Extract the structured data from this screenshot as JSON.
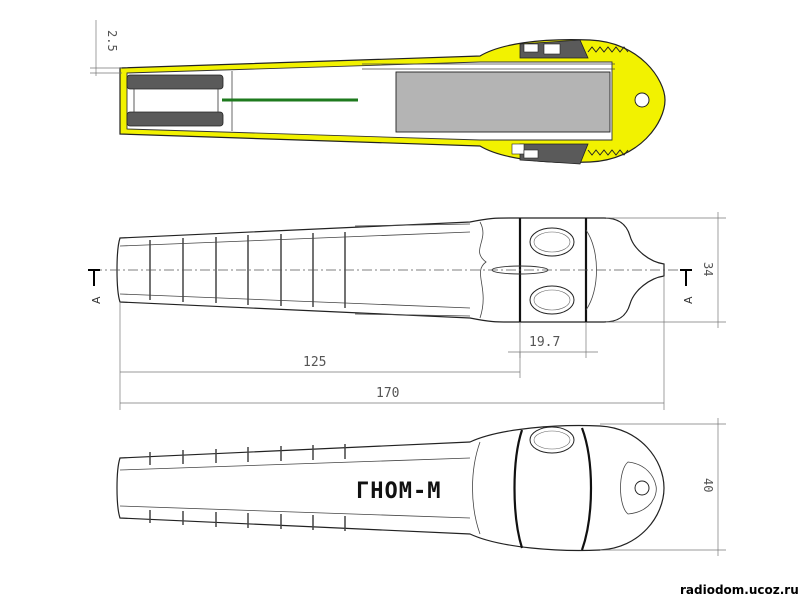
{
  "drawing": {
    "dimensions": {
      "wall_thickness": "2.5",
      "height_side": "34",
      "segment_length": "19.7",
      "length_to_band": "125",
      "overall_length": "170",
      "height_bottom": "40"
    },
    "section_marks": {
      "left": "A",
      "right": "A"
    },
    "brand_label": "ГНОМ-М",
    "credit": "radiodom.ucoz.ru",
    "colors": {
      "body_yellow": "#f2f200",
      "insert_gray": "#b4b4b4",
      "dark_gray": "#5a5a5a",
      "wire_green": "#1e7a1e",
      "line": "#222222"
    }
  }
}
